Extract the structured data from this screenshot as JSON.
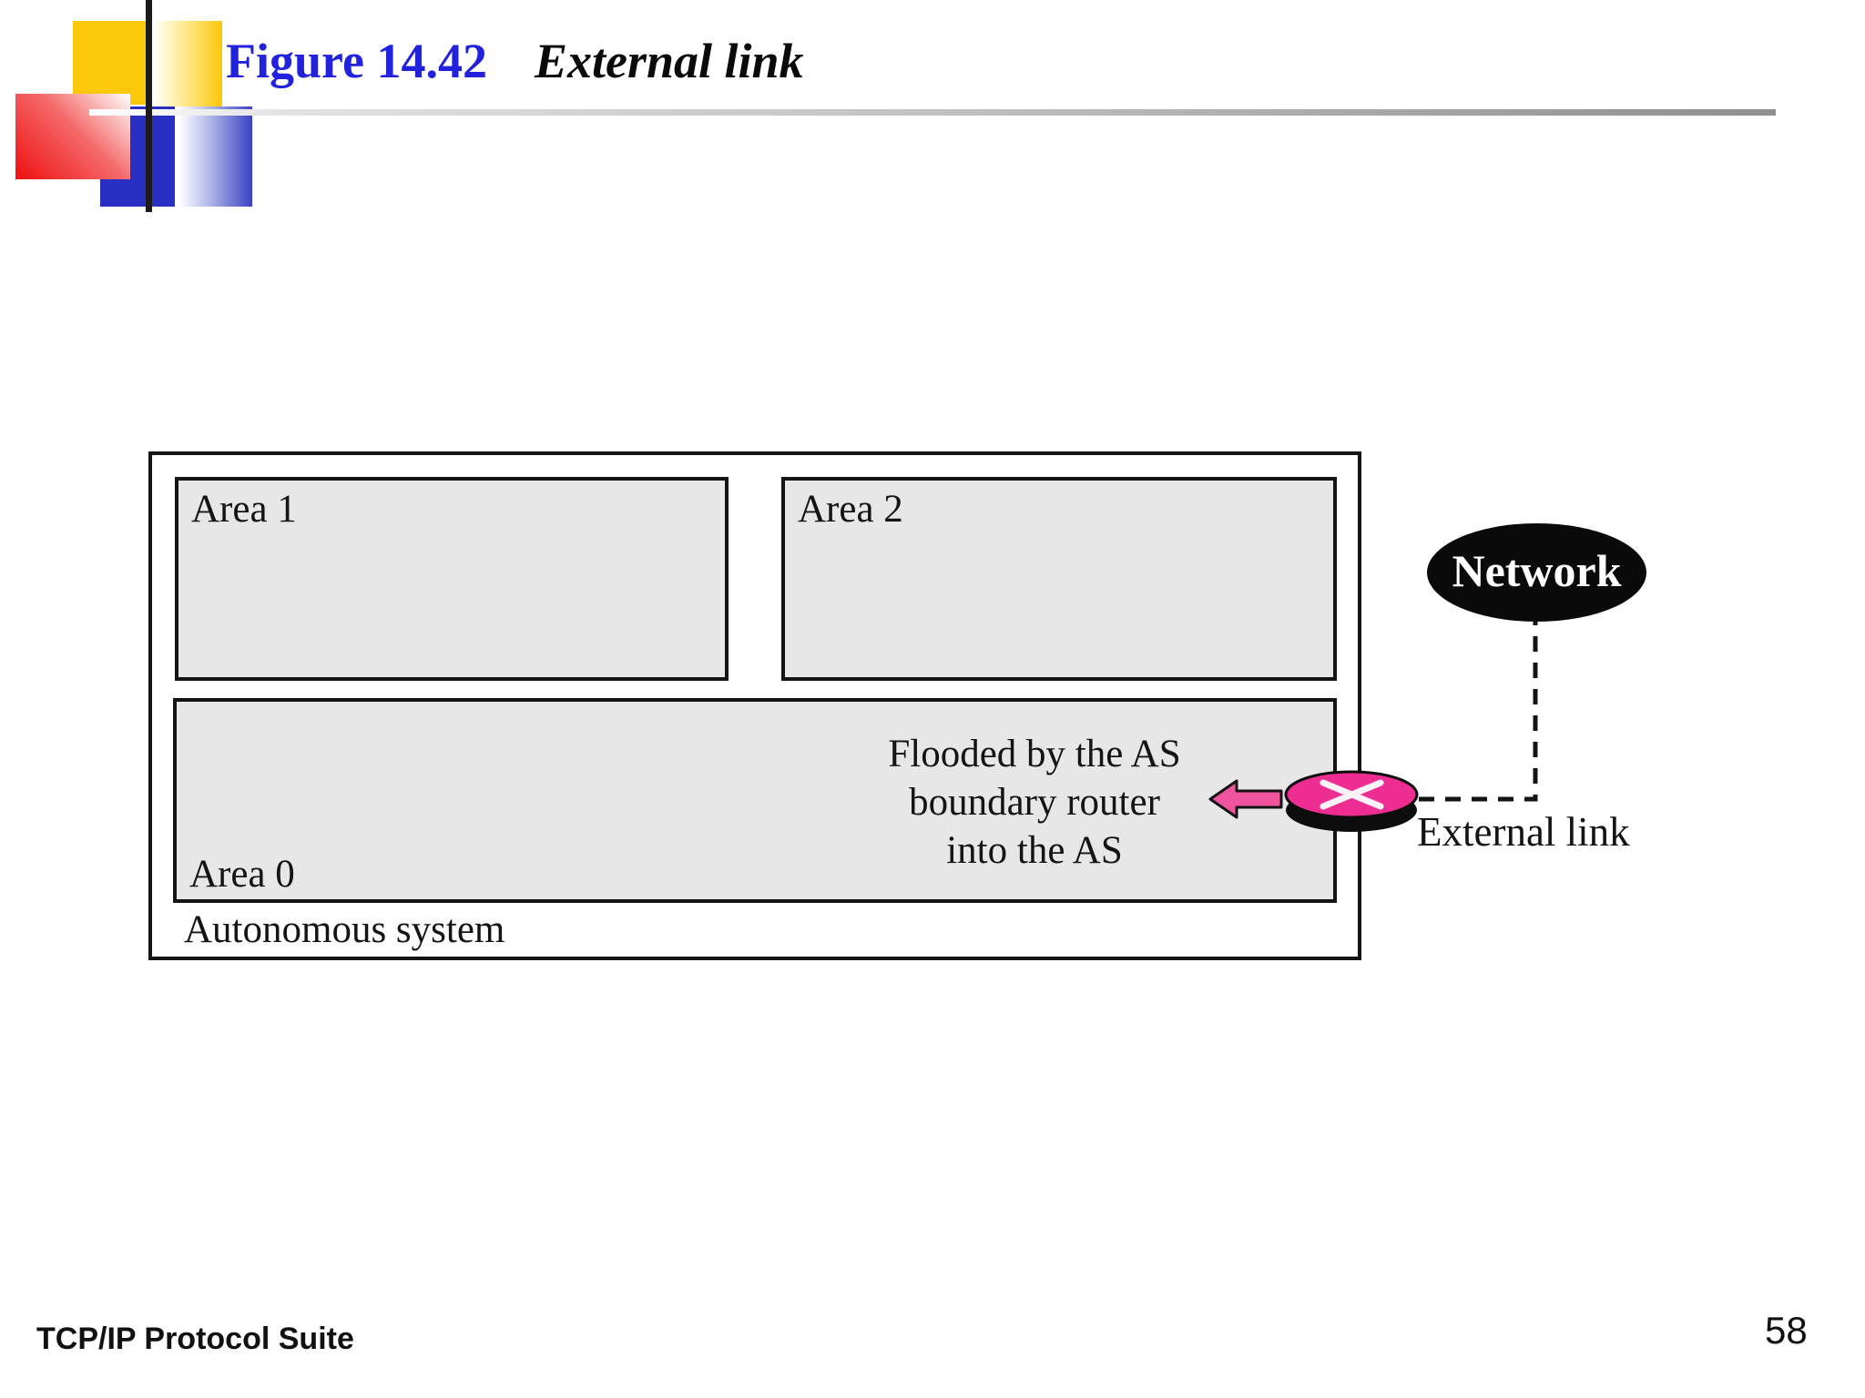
{
  "header": {
    "figure_label": "Figure 14.42",
    "figure_title": "External link"
  },
  "diagram": {
    "area1_label": "Area 1",
    "area2_label": "Area 2",
    "area0_label": "Area 0",
    "autonomous_label": "Autonomous system",
    "annotation_line1": "Flooded by the AS",
    "annotation_line2": "boundary router",
    "annotation_line3": "into the AS",
    "network_label": "Network",
    "external_link_label": "External link",
    "icons": {
      "router_icon": "router-disc-with-white-x",
      "arrow_icon": "left-arrow",
      "link_line_style": "dashed"
    },
    "colors": {
      "router_pink": "#ee2d92",
      "arrow_pink": "#f0549f",
      "area_fill": "#e7e7e7",
      "network_black": "#0a0a0a",
      "figure_label_blue": "#2222dd"
    }
  },
  "footer": {
    "left_text": "TCP/IP Protocol Suite",
    "page_number": "58"
  }
}
